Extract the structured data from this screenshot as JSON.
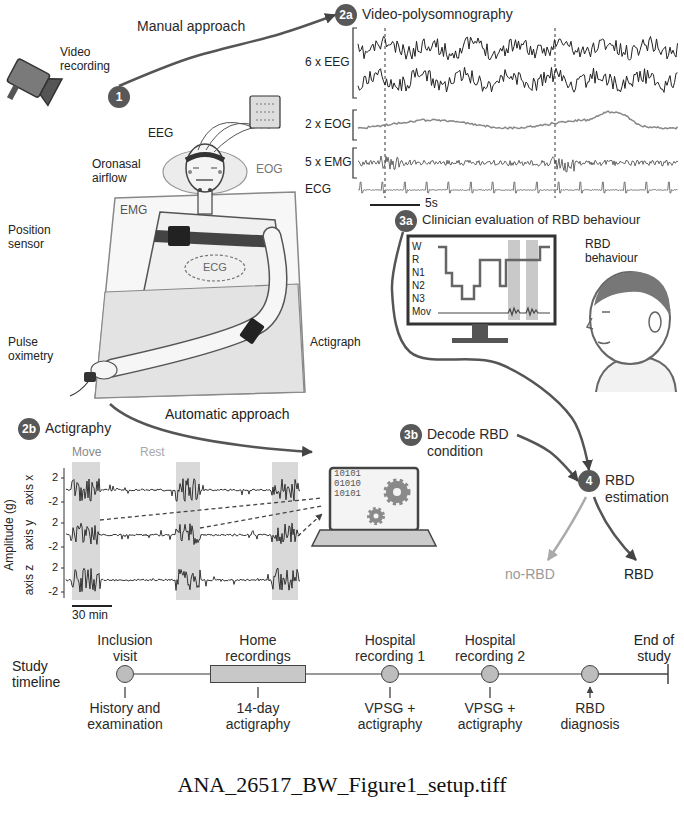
{
  "diagram": {
    "caption": "ANA_26517_BW_Figure1_setup.tiff",
    "nodes": [
      {
        "text": [
          "1"
        ]
      },
      {
        "text": [
          "2a",
          "Video-polysomnography"
        ]
      },
      {
        "text": [
          "2b",
          "Actigraphy"
        ]
      },
      {
        "text": [
          "3a",
          "Clinician evaluation of RBD behaviour"
        ]
      },
      {
        "text": [
          "3b",
          "Decode RBD condition"
        ]
      },
      {
        "text": [
          "4",
          "RBD estimation"
        ]
      },
      {
        "text": [
          "Inclusion visit",
          "History and examination"
        ]
      },
      {
        "text": [
          "Home recordings",
          "14-day actigraphy"
        ]
      },
      {
        "text": [
          "Hospital recording 1",
          "VPSG + actigraphy"
        ]
      },
      {
        "text": [
          "Hospital recording 2",
          "VPSG + actigraphy"
        ]
      },
      {
        "text": [
          "RBD diagnosis"
        ]
      }
    ],
    "edges": [
      {
        "from": 0,
        "to": 1,
        "label": "Manual approach",
        "arrow": "to"
      },
      {
        "from": 4,
        "to": 5,
        "arrow": "to"
      },
      {
        "from": 3,
        "to": 5,
        "arrow": "to"
      },
      {
        "from": 6,
        "to": 7,
        "arrow": "none"
      },
      {
        "from": 7,
        "to": 8,
        "arrow": "none"
      },
      {
        "from": 8,
        "to": 9,
        "arrow": "none"
      },
      {
        "from": 9,
        "to": 10,
        "arrow": "none"
      }
    ],
    "labels": [
      "Video recording",
      "EEG",
      "EOG",
      "Oronasal airflow",
      "EMG",
      "Position sensor",
      "ECG",
      "Actigraph",
      "Pulse oximetry",
      "6 x EEG",
      "2 x EOG",
      "5 x EMG",
      "ECG",
      "5s",
      "W",
      "R",
      "N1",
      "N2",
      "N3",
      "Mov",
      "RBD behaviour",
      "Automatic approach",
      "Move",
      "Rest",
      "Amplitude (g)",
      "axis x",
      "axis y",
      "axis z",
      "2",
      "-2",
      "2",
      "-2",
      "2",
      "-2",
      "30 min",
      "10101",
      "01010",
      "10101",
      "no-RBD",
      "RBD",
      "Study timeline",
      "End of study"
    ]
  }
}
